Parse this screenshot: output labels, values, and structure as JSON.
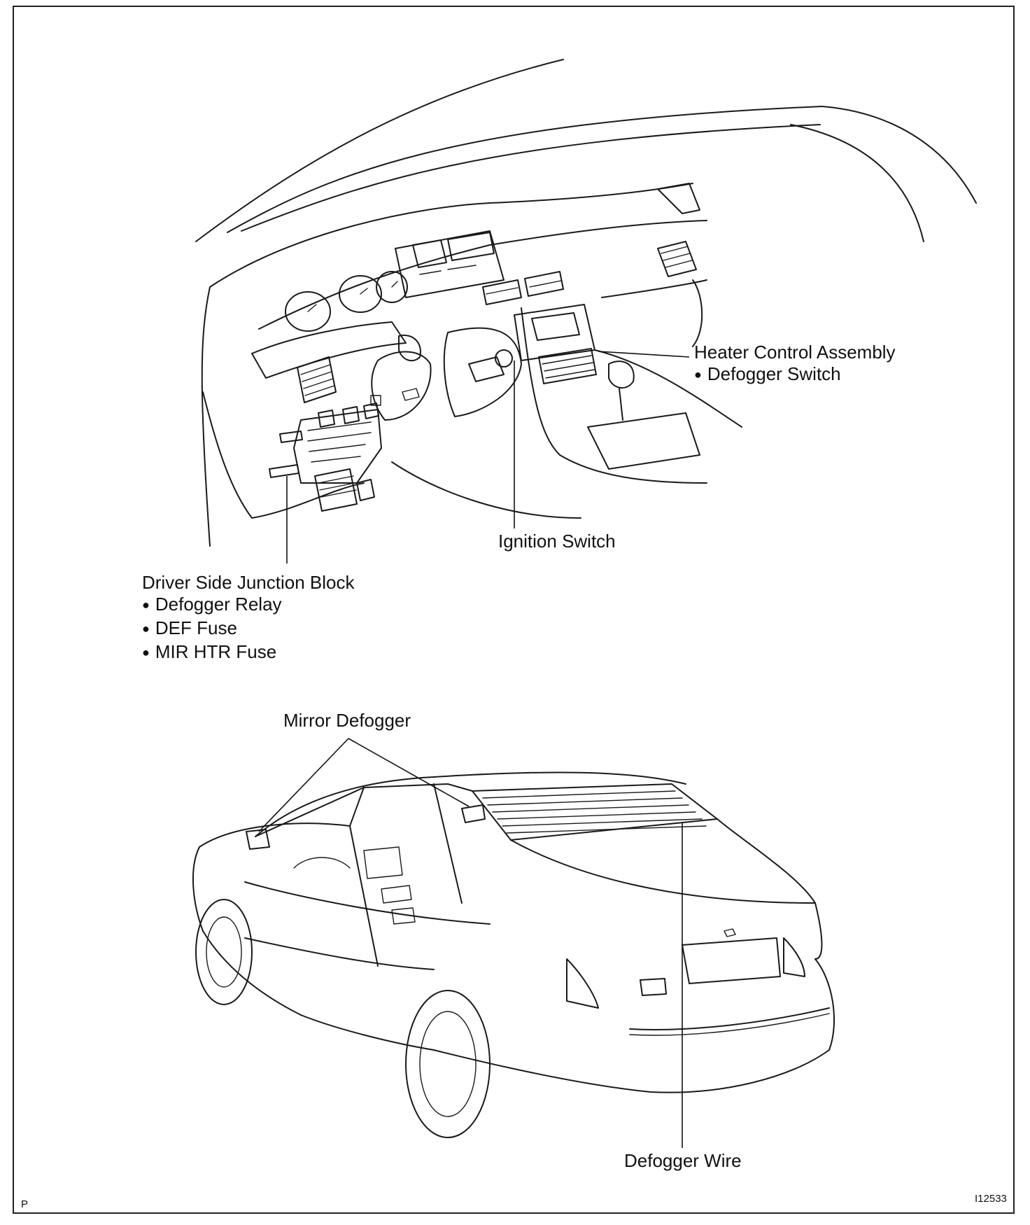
{
  "labels": {
    "heater": {
      "title": "Heater Control Assembly",
      "items": [
        "Defogger Switch"
      ]
    },
    "ignition": "Ignition Switch",
    "junction": {
      "title": "Driver Side Junction Block",
      "items": [
        "Defogger Relay",
        "DEF Fuse",
        "MIR HTR Fuse"
      ]
    },
    "mirror": "Mirror Defogger",
    "wire": "Defogger Wire"
  },
  "footer": {
    "left": "P",
    "right": "I12533"
  }
}
